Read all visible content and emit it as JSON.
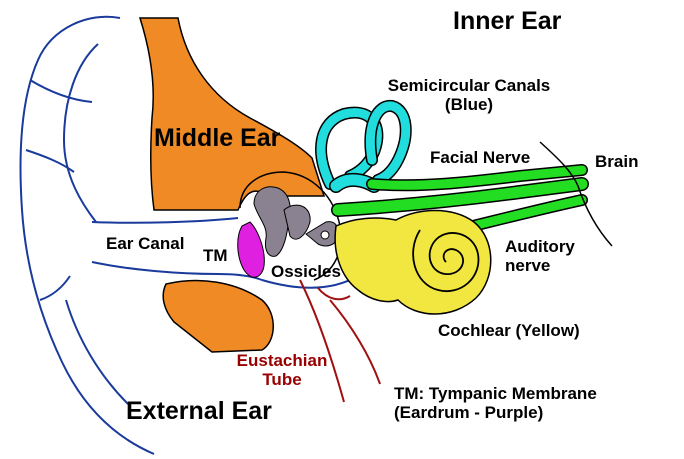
{
  "labels": {
    "inner_ear": "Inner Ear",
    "middle_ear": "Middle Ear",
    "external_ear": "External Ear",
    "semicircular_canals": "Semicircular Canals",
    "semicircular_canals_color": "(Blue)",
    "facial_nerve": "Facial Nerve",
    "brain": "Brain",
    "ear_canal": "Ear Canal",
    "tm": "TM",
    "ossicles": "Ossicles",
    "auditory_nerve_line1": "Auditory",
    "auditory_nerve_line2": "nerve",
    "cochlear": "Cochlear (Yellow)",
    "eustachian_line1": "Eustachian",
    "eustachian_line2": "Tube",
    "tm_legend_line1": "TM:  Tympanic Membrane",
    "tm_legend_line2": "(Eardrum - Purple)"
  },
  "colors": {
    "outline": "#1a3b9c",
    "bone": "#f08a24",
    "ossicles": "#8a8290",
    "tympanic_membrane": "#e020e0",
    "semicircular_canals": "#22dddd",
    "nerves": "#22dd22",
    "cochlea": "#f2e640",
    "eustachian_tube": "#a01010",
    "eustachian_label": "#990000"
  }
}
